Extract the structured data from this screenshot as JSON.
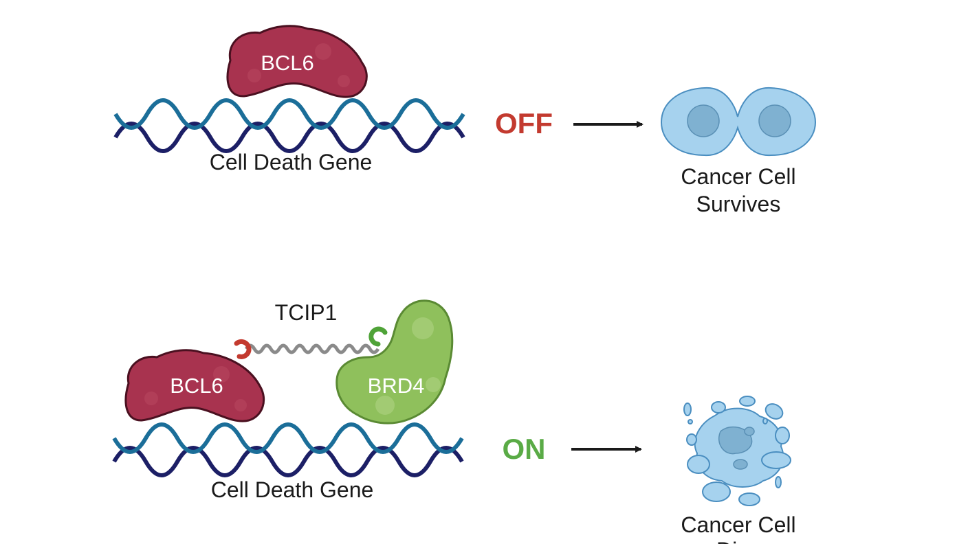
{
  "top_panel": {
    "protein_label": "BCL6",
    "gene_label": "Cell Death Gene",
    "state_label": "OFF",
    "outcome_line1": "Cancer Cell",
    "outcome_line2": "Survives"
  },
  "bottom_panel": {
    "linker_label": "TCIP1",
    "protein1_label": "BCL6",
    "protein2_label": "BRD4",
    "gene_label": "Cell Death Gene",
    "state_label": "ON",
    "outcome_line1": "Cancer Cell",
    "outcome_line2": "Dies"
  },
  "colors": {
    "bcl6": "#a8334f",
    "brd4": "#8fc05c",
    "off": "#c33a2f",
    "on": "#5aab46",
    "dna_dark": "#1c1f66",
    "dna_light": "#1b6e99",
    "cell": "#a6d2ee"
  }
}
